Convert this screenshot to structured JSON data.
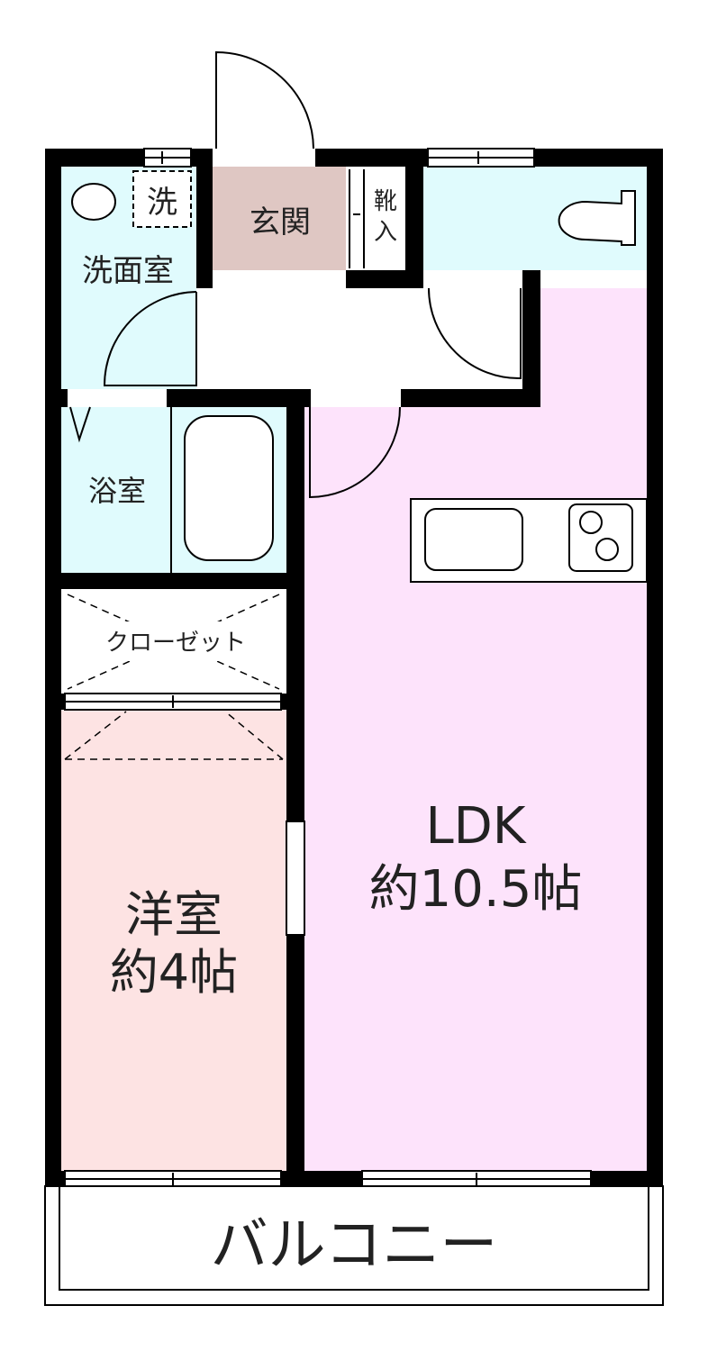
{
  "rooms": {
    "washroom": {
      "label": "洗面室",
      "washer_label": "洗"
    },
    "entrance": {
      "label": "玄関"
    },
    "shoe_box": {
      "label_line1": "靴",
      "label_line2": "入"
    },
    "bathroom": {
      "label": "浴室"
    },
    "closet": {
      "label": "クローゼット"
    },
    "western_room": {
      "name": "洋室",
      "size": "約4帖"
    },
    "ldk": {
      "name": "LDK",
      "size": "約10.5帖"
    },
    "balcony": {
      "label": "バルコニー"
    }
  },
  "colors": {
    "wall": "#000000",
    "water_area": "#e0fbfd",
    "entrance": "#dfc7c3",
    "ldk": "#fde3fb",
    "western_room": "#fde3e3",
    "hall": "#ffffff"
  }
}
